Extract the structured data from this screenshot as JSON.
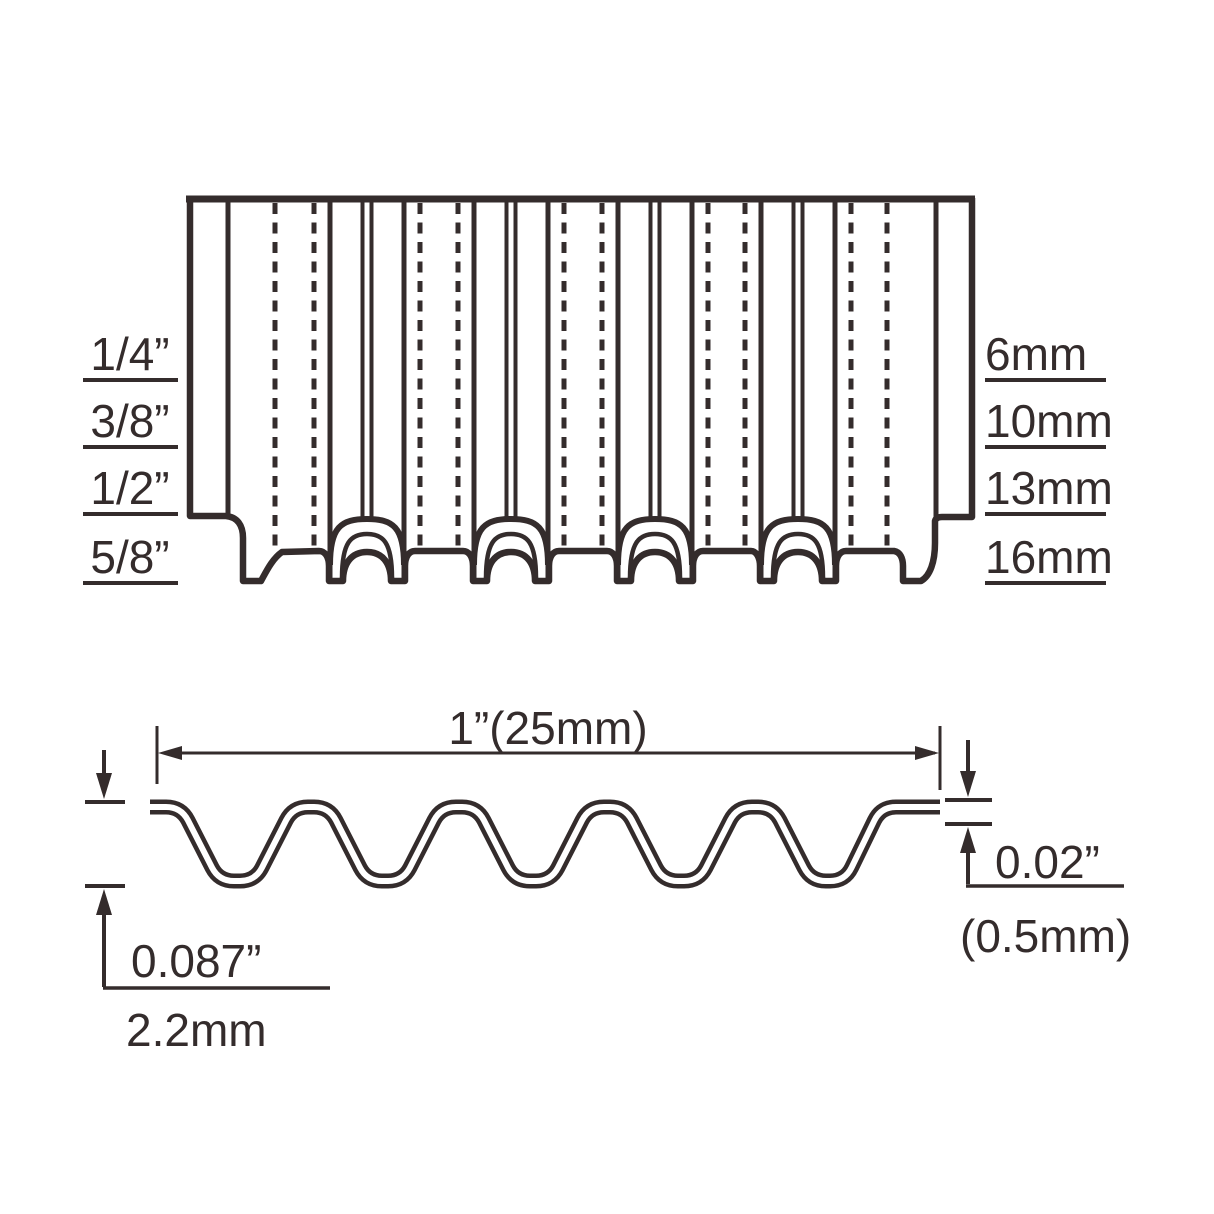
{
  "colors": {
    "ink": "#342c2c",
    "paper": "#ffffff"
  },
  "strip_chart": {
    "rows": [
      {
        "inch": "1/4”",
        "mm": "6mm"
      },
      {
        "inch": "3/8”",
        "mm": "10mm"
      },
      {
        "inch": "1/2”",
        "mm": "13mm"
      },
      {
        "inch": "5/8”",
        "mm": "16mm"
      }
    ]
  },
  "profile": {
    "width": "1”(25mm)",
    "thickness": "0.02”",
    "thickness_metric": "(0.5mm)",
    "depth": "0.087”",
    "depth_metric": "2.2mm"
  }
}
